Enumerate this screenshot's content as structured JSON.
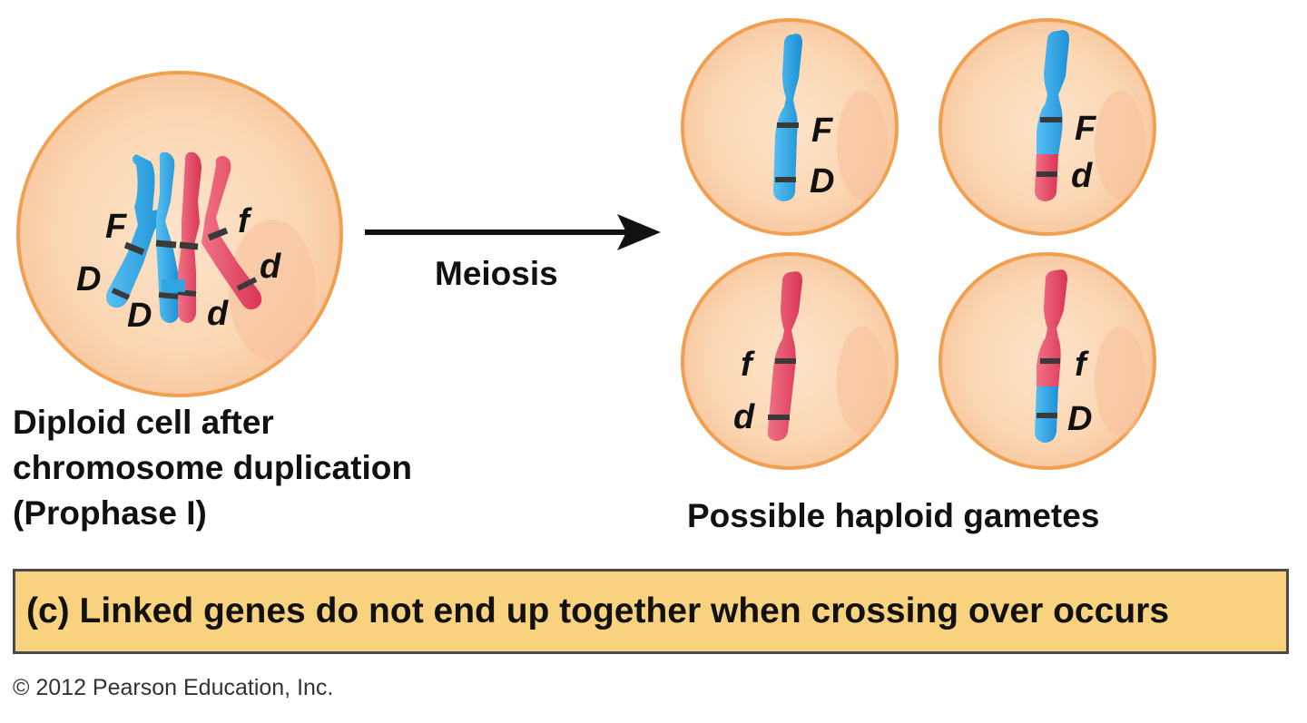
{
  "labels": {
    "arrow": "Meiosis",
    "diploid_line1": "Diploid cell after",
    "diploid_line2": "chromosome duplication",
    "diploid_line3": "(Prophase I)",
    "gametes": "Possible haploid gametes"
  },
  "alleles": {
    "F": "F",
    "f": "f",
    "D": "D",
    "d": "d"
  },
  "caption": "(c) Linked genes do not end up together when crossing over occurs",
  "copyright": "© 2012 Pearson Education, Inc.",
  "colors": {
    "cell_fill": "#fbd3ad",
    "cell_stroke": "#f0a050",
    "blue_chromosome": "#2ea6e6",
    "red_chromosome": "#e84a66",
    "caption_bg": "#f9d27f"
  }
}
